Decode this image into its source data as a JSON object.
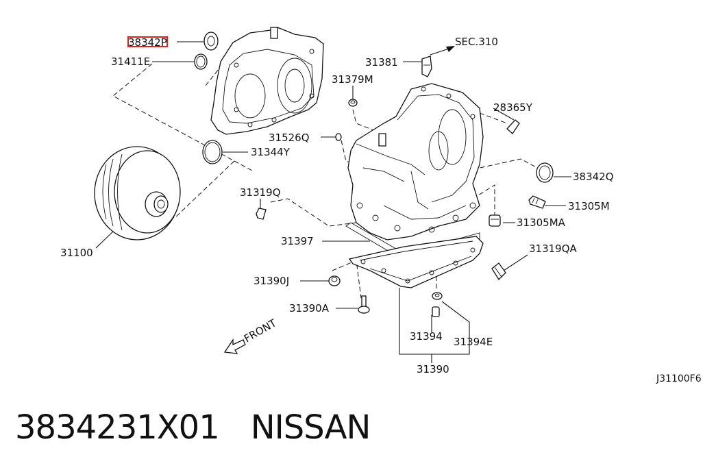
{
  "labels": {
    "p38342P": "38342P",
    "p31411E": "31411E",
    "sec310": "SEC.310",
    "p31381": "31381",
    "p31379M": "31379M",
    "p28365Y": "28365Y",
    "p31526Q": "31526Q",
    "p31344Y": "31344Y",
    "p38342Q": "38342Q",
    "p31319Q": "31319Q",
    "p31305M": "31305M",
    "p31305MA": "31305MA",
    "p31397": "31397",
    "p31319QA": "31319QA",
    "p31100": "31100",
    "p31390J": "31390J",
    "p31390A": "31390A",
    "front": "FRONT",
    "p31394": "31394",
    "p31394E": "31394E",
    "p31390": "31390",
    "figure_code": "J31100F6"
  },
  "highlight_color": "#e02020",
  "footer": {
    "part_number": "3834231X01",
    "brand": "NISSAN"
  }
}
